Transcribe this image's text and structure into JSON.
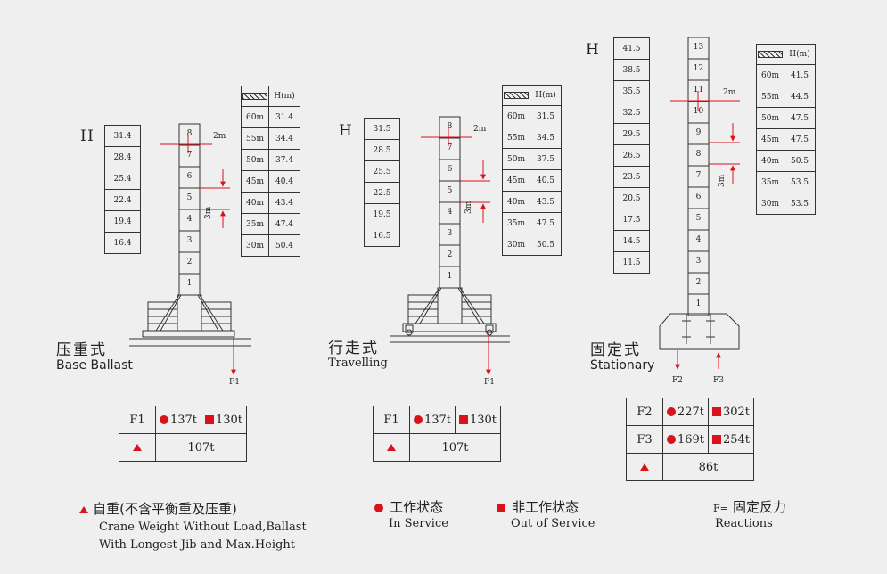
{
  "colors": {
    "accent": "#d8131c",
    "line": "#333333",
    "background": "#efefef"
  },
  "axis_letter": "H",
  "jib_label": "2m",
  "section_label": "3m",
  "height_table_header": "H(m)",
  "jib_lengths": [
    "60m",
    "55m",
    "50m",
    "45m",
    "40m",
    "35m",
    "30m"
  ],
  "configs": [
    {
      "cn": "压重式",
      "en": "Base Ballast",
      "heights": [
        "31.4",
        "28.4",
        "25.4",
        "22.4",
        "19.4",
        "16.4"
      ],
      "sections": [
        "8",
        "7",
        "6",
        "5",
        "4",
        "3",
        "2",
        "1"
      ],
      "max_heights": [
        "31.4",
        "34.4",
        "37.4",
        "40.4",
        "43.4",
        "47.4",
        "50.4"
      ],
      "forces": [
        "F1"
      ],
      "reactions": [
        {
          "label": "F1",
          "in_service": "137t",
          "out_service": "130t"
        }
      ],
      "self_weight": "107t"
    },
    {
      "cn": "行走式",
      "en": "Travelling",
      "heights": [
        "31.5",
        "28.5",
        "25.5",
        "22.5",
        "19.5",
        "16.5"
      ],
      "sections": [
        "8",
        "7",
        "6",
        "5",
        "4",
        "3",
        "2",
        "1"
      ],
      "max_heights": [
        "31.5",
        "34.5",
        "37.5",
        "40.5",
        "43.5",
        "47.5",
        "50.5"
      ],
      "forces": [
        "F1"
      ],
      "reactions": [
        {
          "label": "F1",
          "in_service": "137t",
          "out_service": "130t"
        }
      ],
      "self_weight": "107t"
    },
    {
      "cn": "固定式",
      "en": "Stationary",
      "heights": [
        "41.5",
        "38.5",
        "35.5",
        "32.5",
        "29.5",
        "26.5",
        "23.5",
        "20.5",
        "17.5",
        "14.5",
        "11.5"
      ],
      "sections": [
        "13",
        "12",
        "11",
        "10",
        "9",
        "8",
        "7",
        "6",
        "5",
        "4",
        "3",
        "2",
        "1"
      ],
      "max_heights": [
        "41.5",
        "44.5",
        "47.5",
        "47.5",
        "50.5",
        "53.5",
        "53.5"
      ],
      "forces": [
        "F2",
        "F3"
      ],
      "reactions": [
        {
          "label": "F2",
          "in_service": "227t",
          "out_service": "302t"
        },
        {
          "label": "F3",
          "in_service": "169t",
          "out_service": "254t"
        }
      ],
      "self_weight": "86t"
    }
  ],
  "legend": {
    "self_weight_cn": "自重(不含平衡重及压重)",
    "self_weight_en_1": "Crane Weight Without Load,Ballast",
    "self_weight_en_2": "With Longest Jib and Max.Height",
    "in_service_cn": "工作状态",
    "in_service_en": "In Service",
    "out_service_cn": "非工作状态",
    "out_service_en": "Out of Service",
    "reaction_prefix": "F=",
    "reaction_cn": "固定反力",
    "reaction_en": "Reactions"
  }
}
